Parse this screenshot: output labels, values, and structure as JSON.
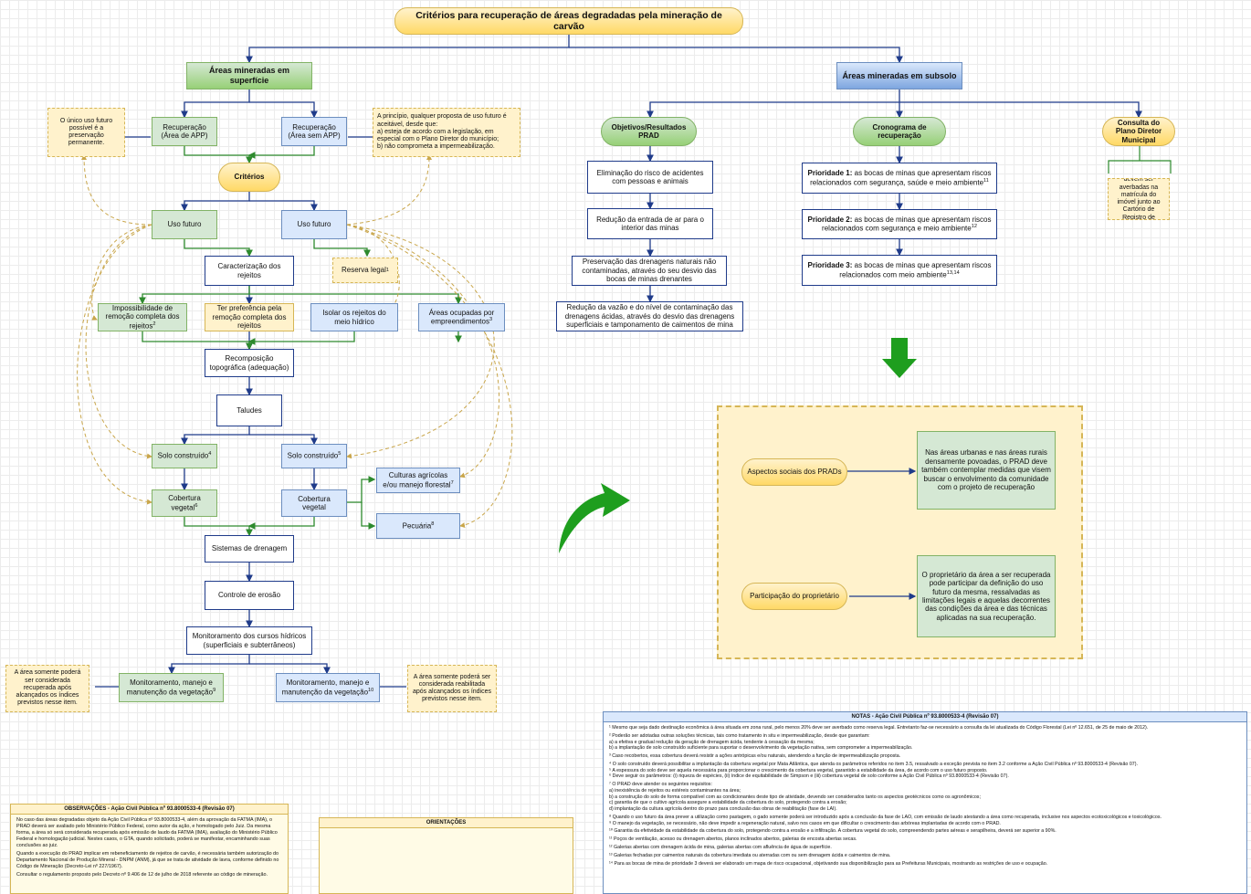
{
  "title": "Critérios para recuperação de áreas degradadas pela mineração de carvão",
  "surface": {
    "header": "Áreas mineradas em superfície",
    "recup_app": "Recuperação\n(Área de APP)",
    "recup_sem_app": "Recuperação\n(Área sem APP)",
    "note_app": "O único uso futuro possível é a preservação permanente.",
    "note_sem_app": "A princípio, qualquer proposta de uso futuro é aceitável, desde que:\n a) esteja de acordo com a legislação, em especial com o Plano Diretor do município;\n b) não comprometa a impermeabilização.",
    "criterios": "Critérios",
    "uso_futuro_1": "Uso futuro",
    "uso_futuro_2": "Uso futuro",
    "caracterizacao": "Caracterização dos rejeitos",
    "reserva_legal": "Reserva legal",
    "impossibilidade": "Impossibilidade de remoção completa dos rejeitos",
    "preferencia": "Ter preferência pela remoção completa dos rejeitos",
    "isolar": "Isolar os rejeitos do meio hídrico",
    "areas_ocupadas": "Áreas ocupadas por empreendimentos",
    "recomposicao": "Recomposição topográfica (adequação)",
    "taludes": "Taludes",
    "solo_1": "Solo construído",
    "solo_2": "Solo construído",
    "culturas": "Culturas agrícolas e/ou manejo florestal",
    "cobertura_1": "Cobertura vegetal",
    "cobertura_2": "Cobertura vegetal",
    "pecuaria": "Pecuária",
    "drenagem": "Sistemas de drenagem",
    "erosao": "Controle de erosão",
    "monit_cursos": "Monitoramento dos cursos hídricos (superficiais e subterrâneos)",
    "monit_veg_1": "Monitoramento, manejo e manutenção da vegetação",
    "monit_veg_2": "Monitoramento, manejo e manutenção da vegetação",
    "note_left": "A área somente poderá ser considerada recuperada após alcançados os índices previstos nesse item.",
    "note_right": "A área somente poderá ser considerada reabilitada após alcançados os índices previstos nesse item."
  },
  "subsurface": {
    "header": "Áreas mineradas em subsolo",
    "objetivos": "Objetivos/Resultados PRAD",
    "cronograma": "Cronograma de recuperação",
    "consulta": "Consulta do Plano Diretor Municipal",
    "obj_1": "Eliminação do risco de acidentes com pessoas e animais",
    "obj_2": "Redução da entrada de ar para o interior das minas",
    "obj_3": "Preservação das drenagens naturais não contaminadas, através do seu desvio das bocas de minas drenantes",
    "obj_4": "Redução da vazão e do nível de contaminação das drenagens ácidas, através do desvio das drenagens superficiais e tamponamento de caimentos de mina",
    "p1_label": "Prioridade 1:",
    "p1_text": " as bocas de minas que apresentam riscos relacionados com segurança, saúde e meio ambiente",
    "p2_label": "Prioridade 2:",
    "p2_text": " as bocas de minas que apresentam riscos relacionados com segurança e meio ambiente",
    "p3_label": "Prioridade 3:",
    "p3_text": " as bocas de minas que apresentam riscos relacionados com meio ambiente",
    "note_consulta": "As restrições devem ser averbadas na matrícula do imóvel junto ao Cartório de Registro de Imóveis."
  },
  "social": {
    "aspectos": "Aspectos sociais dos PRADs",
    "aspectos_text": "Nas áreas urbanas e nas áreas rurais densamente povoadas, o PRAD deve também contemplar medidas que visem buscar o envolvimento da comunidade com o projeto de recuperação",
    "participacao": "Participação do proprietário",
    "participacao_text": "O proprietário da área a ser recuperada pode participar da definição do uso futuro da mesma, ressalvadas as limitações legais e aquelas decorrentes das condições da área e das técnicas aplicadas na sua recuperação."
  },
  "observacoes": {
    "title": "OBSERVAÇÕES - Ação Civil Pública nº 93.8000533-4 (Revisão 07)",
    "paragraphs": [
      "No caso das áreas degradadas objeto da Ação Civil Pública nº 93.8000533-4, além da aprovação da FATMA (IMA), o PRAD deverá ser avaliado pelo Ministério Público Federal, como autor da ação, e homologado pelo Juiz. Da mesma forma, a área só será considerada recuperada após emissão de laudo da FATMA (IMA), avaliação do Ministério Público Federal e homologação judicial. Nestes casos, o GTA, quando solicitado, poderá se manifestar, encaminhando suas conclusões ao juiz.",
      "Quando a execução do PRAD implicar em rebeneficiamento de rejeitos de carvão, é necessária também autorização do Departamento Nacional de Produção Mineral - DNPM (ANM), já que se trata de atividade de lavra, conforme definido no Código de Mineração (Decreto-Lei nº 227/1967).",
      "Consultar o regulamento proposto pelo Decreto nº 9.406 de 12 de julho de 2018 referente ao código de mineração."
    ]
  },
  "orientacoes": {
    "title": "ORIENTAÇÕES"
  },
  "notas": {
    "title": "NOTAS - Ação Civil Pública nº 93.8000533-4 (Revisão 07)",
    "items": [
      "¹ Mesmo que seja dado destinação econômica à área situada em zona rural, pelo menos 20% deve ser averbado como reserva legal. Entretanto faz-se necessário a consulta da lei atualizada do Código Florestal (Lei nº 12.651, de 25 de maio de 2012).",
      "² Poderão ser adotadas outras soluções técnicas, tais como tratamento in situ e impermeabilização, desde que garantam:",
      "a) a efetiva e gradual redução da geração de drenagem ácida, tendente à cessação da mesma;",
      "b) a implantação de solo construído suficiente para suportar o desenvolvimento da vegetação nativa, sem comprometer a impermeabilização.",
      "³ Caso recobertos, essa cobertura deverá resistir a ações antrópicas e/ou naturais, atendendo a função de impermeabilização proposta.",
      "⁴ O solo construído deverá possibilitar a implantação da cobertura vegetal por Mata Atlântica, que atenda os parâmetros referidos no item 3.5, ressalvado a exceção prevista no item 3.2 conforme a Ação Civil Pública nº 93.8000533-4 (Revisão 07).",
      "⁵ A espessura do solo deve ser aquela necessária para proporcionar o crescimento da cobertura vegetal, garantido a estabilidade da área, de acordo com o uso futuro proposto.",
      "⁶ Deve seguir os parâmetros: (i) riqueza de espécies, (ii) índice de equitabilidade de Simpson e (iii) cobertura vegetal de solo conforme a Ação Civil Pública nº 93.8000533-4 (Revisão 07).",
      "⁷ O PRAD deve atender os seguintes requisitos:",
      "a) inexistência de rejeitos ou estéreis contaminantes na área;",
      "b) a construção do solo de forma compatível com as condicionantes deste tipo de atividade, devendo ser considerados tanto os aspectos geotécnicos como os agronômicos;",
      "c) garantia de que o cultivo agrícola assegure a estabilidade da cobertura do solo, protegendo contra a erosão;",
      "d) implantação da cultura agrícola dentro do prazo para conclusão das obras de reabilitação (fase de LAI).",
      "⁸ Quando o uso futuro da área prever a utilização como pastagem, o gado somente poderá ser introduzido após a conclusão da fase de LAO, com emissão de laudo atestando a área como recuperada, inclusive nos aspectos ecotoxicológicos e toxicológicos.",
      "⁹ O manejo da vegetação, se necessário, não deve impedir a regeneração natural, salvo nos casos em que dificultar o crescimento das arbóreas implantadas de acordo com o PRAD.",
      "¹⁰ Garantia da efetividade da estabilidade da cobertura do solo, protegendo contra a erosão e a infiltração. A cobertura vegetal do solo, compreendendo partes aéreas e serapilheira, deverá ser superior a 90%.",
      "¹¹ Poços de ventilação, acesso ou drenagem abertos, planos inclinados abertos, galerias de encosta abertas secas.",
      "¹² Galerias abertas com drenagem ácida de mina, galerias abertas com afluência de água de superfície.",
      "¹³ Galerias fechadas por caimentos naturais da cobertura imediata ou aterradas com ou sem drenagem ácida e caimentos de mina.",
      "¹⁴ Para as bocas de mina de prioridade 3 deverá ser elaborado um mapa de risco ocupacional, objetivando sua disponibilização para as Prefeituras Municipais, mostrando as restrições de uso e ocupação."
    ]
  },
  "colors": {
    "connector": "#1f3b8a",
    "green_connector": "#2d8a2d",
    "dashed": "#c9a64b",
    "arrow": "#1e9e1e"
  }
}
